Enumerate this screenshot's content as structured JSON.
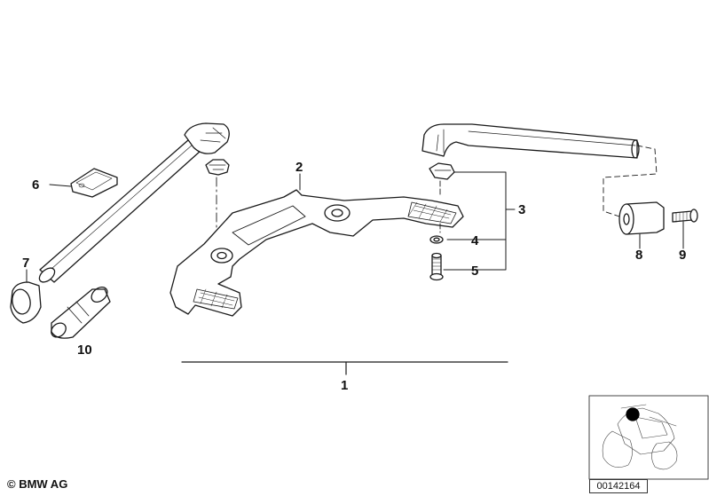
{
  "diagram": {
    "callouts": [
      {
        "id": "c1",
        "label": "1"
      },
      {
        "id": "c2",
        "label": "2"
      },
      {
        "id": "c3",
        "label": "3"
      },
      {
        "id": "c4",
        "label": "4"
      },
      {
        "id": "c5",
        "label": "5"
      },
      {
        "id": "c6",
        "label": "6"
      },
      {
        "id": "c7",
        "label": "7"
      },
      {
        "id": "c8",
        "label": "8"
      },
      {
        "id": "c9",
        "label": "9"
      },
      {
        "id": "c10",
        "label": "10"
      }
    ],
    "copyright": "© BMW AG",
    "ref_number": "00142164",
    "colors": {
      "line": "#1a1a1a",
      "marker": "#000000"
    }
  }
}
